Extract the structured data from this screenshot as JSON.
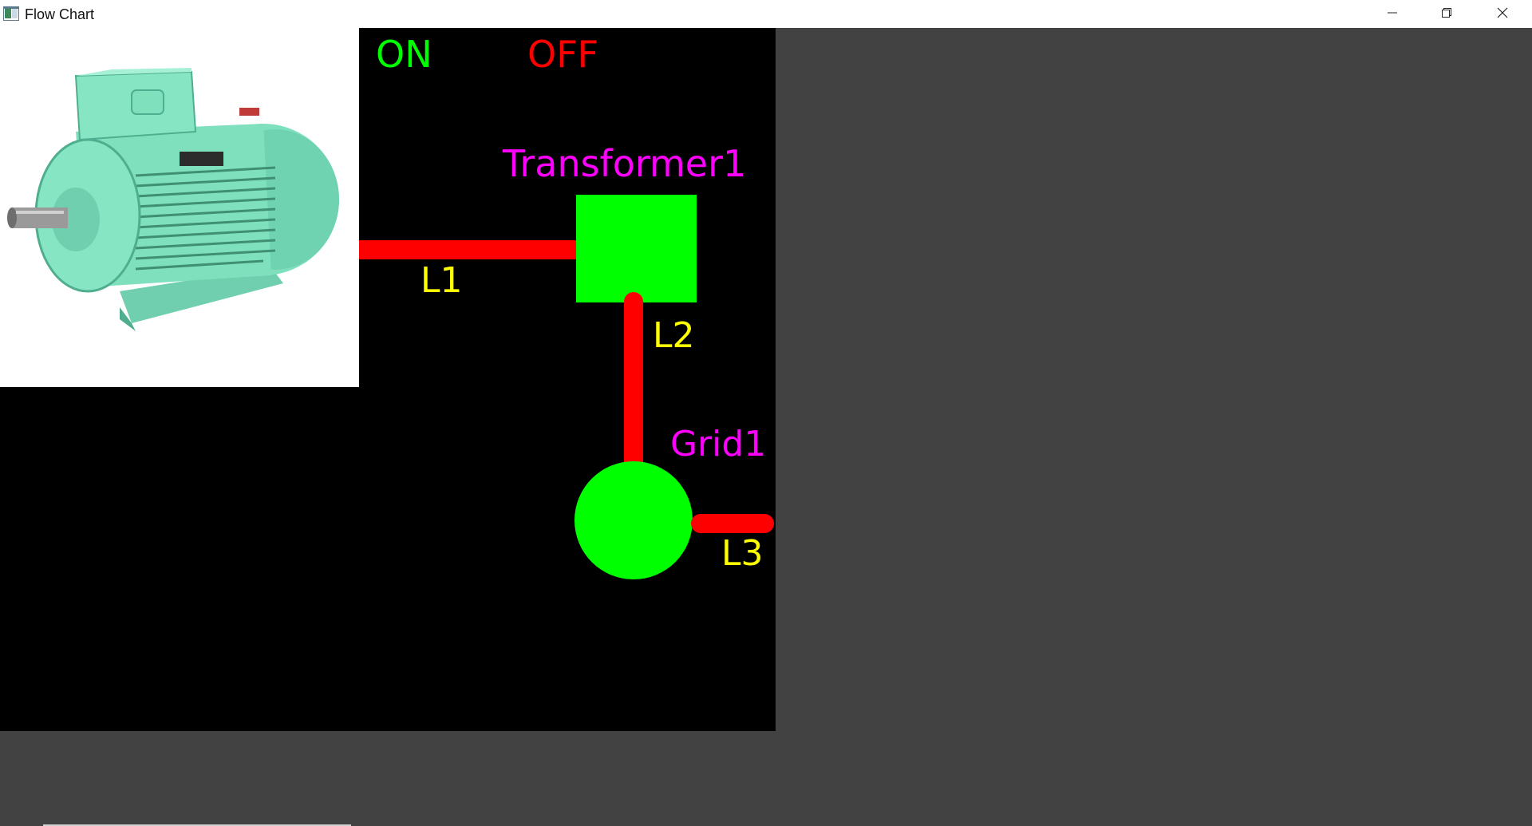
{
  "window": {
    "title": "Flow Chart",
    "controls": {
      "minimize": "minimize-icon",
      "maximize": "restore-icon",
      "close": "close-icon"
    }
  },
  "legend": {
    "on_label": "ON",
    "off_label": "OFF",
    "on_color": "#00ff00",
    "off_color": "#ff0000"
  },
  "components": {
    "transformer": {
      "label": "Transformer1",
      "color": "#00ff00",
      "label_color": "#ff00ff"
    },
    "grid": {
      "label": "Grid1",
      "color": "#00ff00",
      "label_color": "#ff00ff"
    },
    "motor": {
      "image": "electric-motor-image"
    }
  },
  "lines": [
    {
      "label": "L1",
      "state": "OFF",
      "color": "#ff0000",
      "label_color": "#ffff00"
    },
    {
      "label": "L2",
      "state": "OFF",
      "color": "#ff0000",
      "label_color": "#ffff00"
    },
    {
      "label": "L3",
      "state": "OFF",
      "color": "#ff0000",
      "label_color": "#ffff00"
    }
  ],
  "colors": {
    "canvas_background": "#000000",
    "window_background": "#424242",
    "titlebar_background": "#ffffff"
  }
}
